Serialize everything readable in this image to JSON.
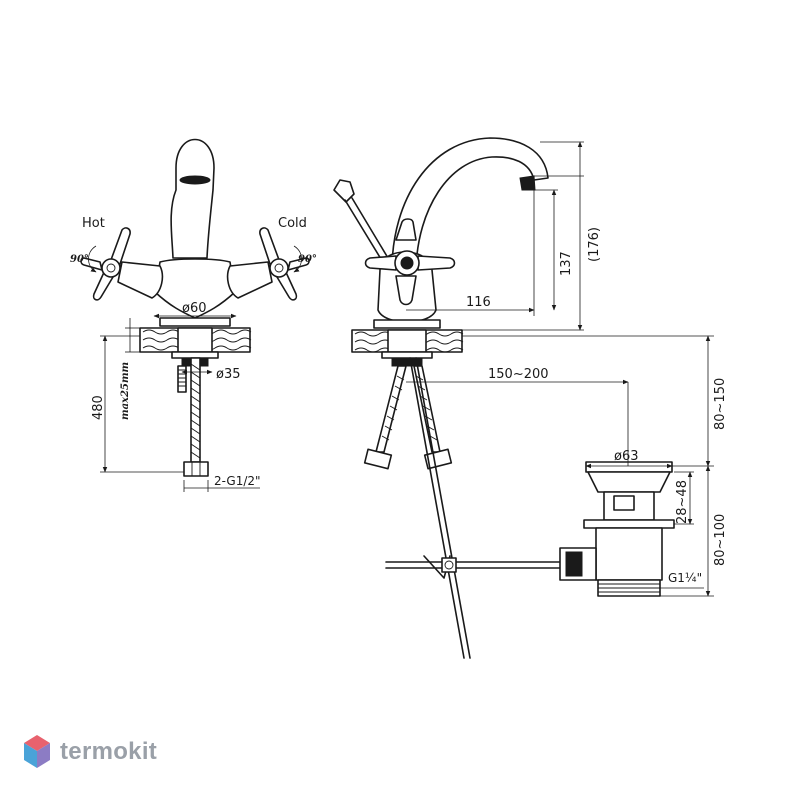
{
  "labels": {
    "hot": "Hot",
    "cold": "Cold",
    "rot_left": "90°",
    "rot_right": "90°",
    "dia_60": "ø60",
    "dia_35": "ø35",
    "height_480": "480",
    "max_thickness": "max25mm",
    "thread_inlet": "2-G1/2\"",
    "reach_116": "116",
    "spout_137": "137",
    "total_176": "(176)",
    "range_150_200": "150~200",
    "range_80_150": "80~150",
    "dia_63": "ø63",
    "range_28_48": "28~48",
    "range_80_100": "80~100",
    "thread_waste": "G1¼\""
  },
  "brand": {
    "name": "termokit",
    "colors": {
      "top": "#e8626e",
      "left": "#4aa3d8",
      "right": "#8c7cc4"
    }
  }
}
